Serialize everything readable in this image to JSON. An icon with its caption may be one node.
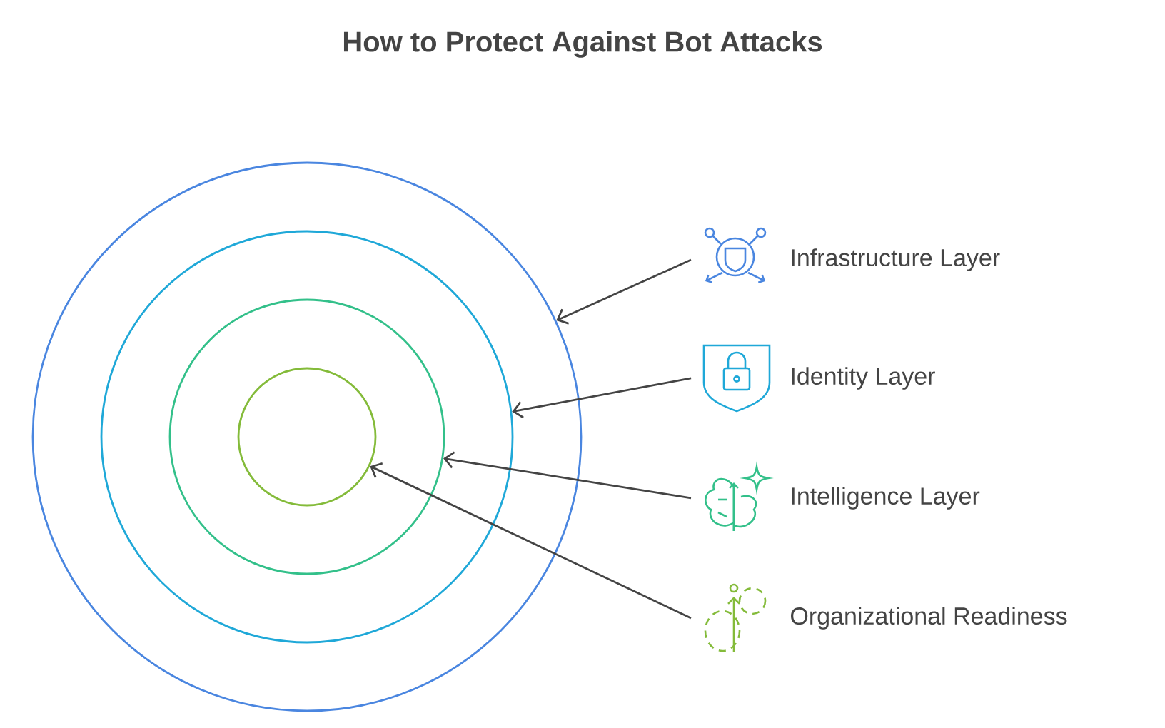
{
  "diagram": {
    "title": "How to Protect Against Bot Attacks",
    "nodes": [
      {
        "text": [],
        "shape": "circle"
      },
      {
        "text": [],
        "shape": "circle",
        "in": 0
      },
      {
        "text": [],
        "shape": "circle",
        "in": 1
      },
      {
        "text": [],
        "shape": "circle",
        "in": 2
      },
      {
        "text": [
          "Infrastructure Layer"
        ]
      },
      {
        "text": [
          "Identity Layer"
        ]
      },
      {
        "text": [
          "Intelligence Layer"
        ]
      },
      {
        "text": [
          "Organizational Readiness"
        ]
      }
    ],
    "edges": [
      {
        "from": 4,
        "to": 0,
        "arrow": "to"
      },
      {
        "from": 5,
        "to": 1,
        "arrow": "to"
      },
      {
        "from": 6,
        "to": 2,
        "arrow": "to"
      },
      {
        "from": 7,
        "to": 3,
        "arrow": "to"
      }
    ]
  }
}
